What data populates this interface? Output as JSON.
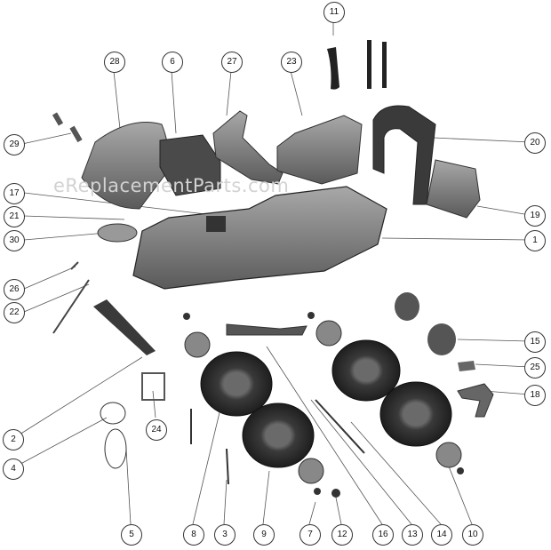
{
  "watermark": "eReplacementParts.com",
  "callouts": [
    "1",
    "2",
    "3",
    "4",
    "5",
    "6",
    "7",
    "8",
    "9",
    "10",
    "11",
    "12",
    "13",
    "14",
    "15",
    "16",
    "17",
    "18",
    "19",
    "20",
    "21",
    "22",
    "23",
    "24",
    "25",
    "26",
    "27",
    "28",
    "29",
    "30"
  ],
  "colors": {
    "part_fill": "#8a8a8a",
    "part_dark": "#3a3a3a",
    "tire": "#2b2b2b",
    "line": "#444444"
  }
}
